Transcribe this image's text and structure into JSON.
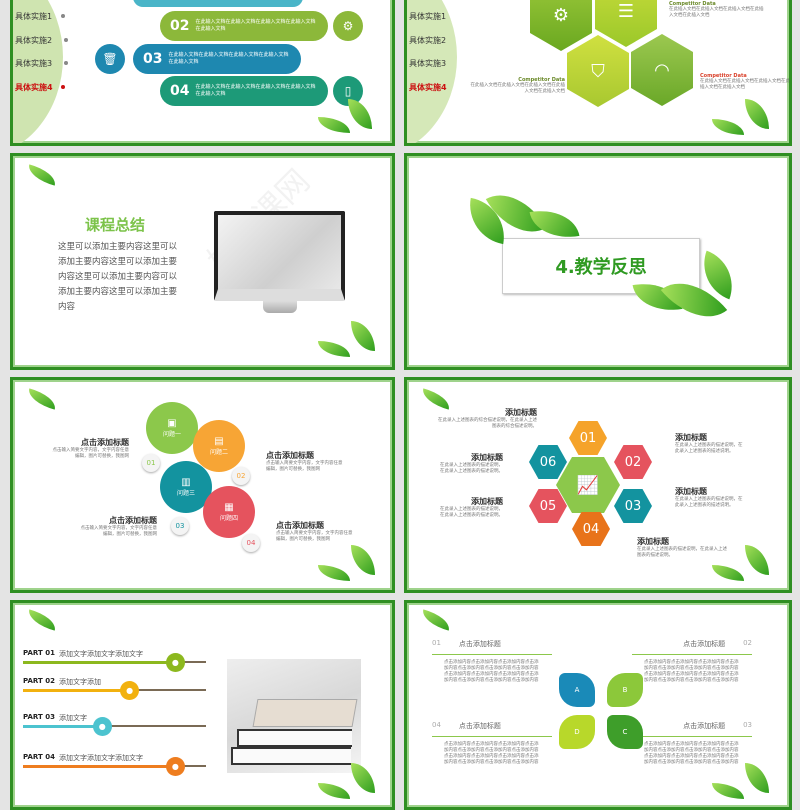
{
  "watermark": "好党课网",
  "chapter_nav": {
    "items": [
      "具体实施1",
      "具体实施2",
      "具体实施3",
      "具体实施4"
    ],
    "active_index": 3,
    "active_color": "#cc1111"
  },
  "slide1": {
    "pills": [
      {
        "num": "02",
        "text": "在此输入文档在此输入文档在此输入文档在此输入文档在此输入文档",
        "color": "#8cb83a",
        "icon": "gears-icon"
      },
      {
        "num": "03",
        "text": "在此输入文档在此输入文档在此输入文档在此输入文档在此输入文档",
        "color": "#1e88b0",
        "icon": "trash-icon"
      },
      {
        "num": "04",
        "text": "在此输入文档在此输入文档在此输入文档在此输入文档在此输入文档",
        "color": "#1d9a78",
        "icon": "devices-icon"
      }
    ]
  },
  "slide2": {
    "items": [
      {
        "title": "Competitor Data",
        "text": "在此插入文档在此插入文档在此插入文档在此插入文档在此插入文档",
        "title_color": "#6b8a2a"
      },
      {
        "title": "Competitor Data",
        "text": "在此插入文档在此插入文档在此插入文档在此插入文档在此插入文档",
        "title_color": "#6b8a2a"
      },
      {
        "title": "Competitor Data",
        "text": "在此插入文档在此插入文档在此插入文档在此插入文档在此插入文档",
        "title_color": "#d9412b"
      }
    ]
  },
  "slide3": {
    "title": "课程总结",
    "lines": [
      "这里可以添加主要内容这里可以",
      "添加主要内容这里可以添加主要",
      "内容这里可以添加主要内容可以",
      "添加主要内容这里可以添加主要",
      "内容"
    ]
  },
  "slide4": {
    "title": "4.教学反思"
  },
  "slide5": {
    "bubbles": [
      {
        "label": "问题一",
        "num": "01",
        "color": "#8cc84b",
        "num_color": "#8cc84b"
      },
      {
        "label": "问题二",
        "num": "02",
        "color": "#f7a535",
        "num_color": "#f7a535"
      },
      {
        "label": "问题三",
        "num": "03",
        "color": "#13939f",
        "num_color": "#13939f"
      },
      {
        "label": "问题四",
        "num": "04",
        "color": "#e5535e",
        "num_color": "#e5535e"
      }
    ],
    "captions": [
      {
        "title": "点击添加标题",
        "text": "点击输入简要文字内容，文字内容任意编辑，图片可替换，我图网"
      },
      {
        "title": "点击添加标题",
        "text": "点击输入简要文字内容，文字内容任意编辑，图片可替换，我图网"
      },
      {
        "title": "点击添加标题",
        "text": "点击输入简要文字内容，文字内容任意编辑，图片可替换，我图网"
      },
      {
        "title": "点击添加标题",
        "text": "点击输入简要文字内容，文字内容任意编辑，图片可替换，我图网"
      }
    ]
  },
  "slide6": {
    "center_icon": "growth-chart-icon",
    "hexes": [
      {
        "num": "01",
        "color": "#f5a32a"
      },
      {
        "num": "02",
        "color": "#e5535e"
      },
      {
        "num": "03",
        "color": "#13939f"
      },
      {
        "num": "04",
        "color": "#e8731a"
      },
      {
        "num": "05",
        "color": "#e5535e"
      },
      {
        "num": "06",
        "color": "#13939f"
      }
    ],
    "captions": [
      {
        "title": "添加标题",
        "text": "在此录入上述图表的综合描述说明，在此录入上述图表的综合描述说明。"
      },
      {
        "title": "添加标题",
        "text": "在此录入上述图表的描述说明，在此录入上述图表的描述说明。"
      },
      {
        "title": "添加标题",
        "text": "在此录入上述图表的描述说明，在此录入上述图表的描述说明。"
      },
      {
        "title": "添加标题",
        "text": "在此录入上述图表的描述说明，在此录入上述图表的描述说明。"
      },
      {
        "title": "添加标题",
        "text": "在此录入上述图表的描述说明，在此录入上述图表的描述说明。"
      },
      {
        "title": "添加标题",
        "text": "在此录入上述图表的描述说明，在此录入上述图表的描述说明。"
      }
    ]
  },
  "slide7": {
    "parts": [
      {
        "part": "PART 01",
        "text": "添加文字添加文字添加文字",
        "color": "#8cb81e",
        "icon": "lightbulb-icon",
        "progress": 0.83
      },
      {
        "part": "PART 02",
        "text": "添加文字添加",
        "color": "#f2b10f",
        "icon": "tv-icon",
        "progress": 0.58
      },
      {
        "part": "PART 03",
        "text": "添加文字",
        "color": "#4cc3cf",
        "icon": "watch-icon",
        "progress": 0.43
      },
      {
        "part": "PART 04",
        "text": "添加文字添加文字添加文字",
        "color": "#ee7d1f",
        "icon": "wifi-icon",
        "progress": 0.83
      }
    ]
  },
  "slide8": {
    "sections": [
      {
        "num": "01",
        "title": "点击添加标题",
        "text": "点击添加内容点击添加内容点击添加内容点击添加内容点击添加内容点击添加内容点击添加内容点击添加内容点击添加内容点击添加内容点击添加内容点击添加内容点击添加内容点击添加内容"
      },
      {
        "num": "02",
        "title": "点击添加标题",
        "text": "点击添加内容点击添加内容点击添加内容点击添加内容点击添加内容点击添加内容点击添加内容点击添加内容点击添加内容点击添加内容点击添加内容点击添加内容点击添加内容点击添加内容"
      },
      {
        "num": "03",
        "title": "点击添加标题",
        "text": "点击添加内容点击添加内容点击添加内容点击添加内容点击添加内容点击添加内容点击添加内容点击添加内容点击添加内容点击添加内容点击添加内容点击添加内容点击添加内容点击添加内容"
      },
      {
        "num": "04",
        "title": "点击添加标题",
        "text": "点击添加内容点击添加内容点击添加内容点击添加内容点击添加内容点击添加内容点击添加内容点击添加内容点击添加内容点击添加内容点击添加内容点击添加内容点击添加内容点击添加内容"
      }
    ],
    "petals": [
      {
        "letter": "A",
        "color": "#1a8ab8"
      },
      {
        "letter": "B",
        "color": "#8cc83a"
      },
      {
        "letter": "C",
        "color": "#3e9e2a"
      },
      {
        "letter": "D",
        "color": "#b8d82a"
      }
    ]
  }
}
